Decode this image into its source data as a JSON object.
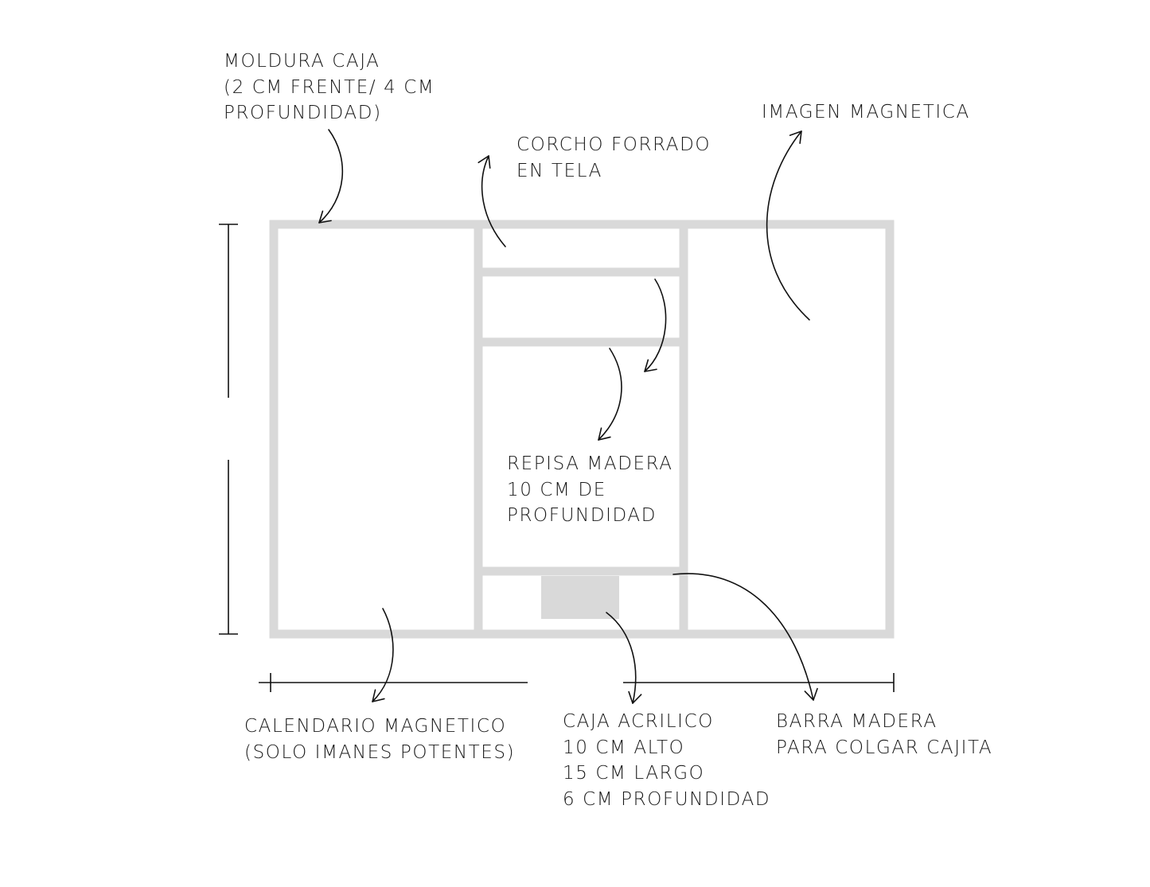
{
  "colors": {
    "panel_stroke": "#d9d9d9",
    "ink": "#111111",
    "text": "#1a1a1a",
    "background": "#ffffff"
  },
  "labels": {
    "moldura": [
      "MOLDURA CAJA",
      "(2 CM FRENTE/ 4 CM",
      "PROFUNDIDAD)"
    ],
    "corcho": [
      "CORCHO FORRADO",
      "EN TELA"
    ],
    "imagen": [
      "IMAGEN MAGNETICA"
    ],
    "repisa": [
      "REPISA MADERA",
      "10 CM DE",
      "PROFUNDIDAD"
    ],
    "calendario": [
      "CALENDARIO MAGNETICO",
      "(SOLO IMANES POTENTES)"
    ],
    "caja": [
      "CAJA ACRILICO",
      "10 CM ALTO",
      "15 CM LARGO",
      "6 CM PROFUNDIDAD"
    ],
    "barra": [
      "BARRA MADERA",
      "PARA COLGAR CAJITA"
    ]
  }
}
